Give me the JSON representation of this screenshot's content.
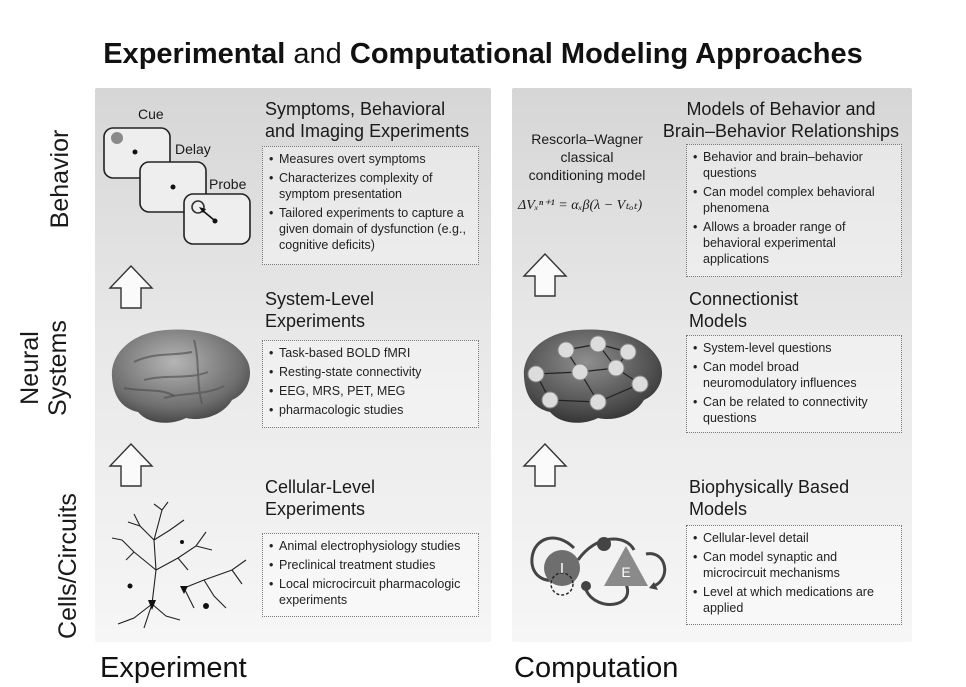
{
  "title": {
    "main": "Experimental",
    "and": "and",
    "rest": "Computational Modeling Approaches"
  },
  "row_labels": {
    "behavior": "Behavior",
    "neural_line1": "Neural",
    "neural_line2": "Systems",
    "cells": "Cells/Circuits"
  },
  "footer": {
    "experiment": "Experiment",
    "computation": "Computation"
  },
  "task_labels": {
    "cue": "Cue",
    "delay": "Delay",
    "probe": "Probe"
  },
  "experiment": {
    "behavior": {
      "heading_line1": "Symptoms, Behavioral",
      "heading_line2": "and Imaging Experiments",
      "bullets": [
        "Measures overt symptoms",
        "Characterizes complexity of symptom presentation",
        "Tailored experiments to capture a given domain of dysfunction (e.g., cognitive deficits)"
      ]
    },
    "systems": {
      "heading_line1": "System-Level",
      "heading_line2": "Experiments",
      "bullets": [
        "Task-based BOLD fMRI",
        "Resting-state connectivity",
        "EEG, MRS, PET, MEG",
        "pharmacologic studies"
      ]
    },
    "cells": {
      "heading_line1": "Cellular-Level",
      "heading_line2": "Experiments",
      "bullets": [
        "Animal electrophysiology studies",
        "Preclinical treatment studies",
        "Local microcircuit pharmacologic experiments"
      ]
    }
  },
  "computation": {
    "rw_line1": "Rescorla–Wagner",
    "rw_line2": "classical",
    "rw_line3": "conditioning model",
    "equation": "ΔVₓⁿ⁺¹ = αₓβ(λ − Vₜₒₜ)",
    "behavior": {
      "heading_line1": "Models of Behavior and",
      "heading_line2": "Brain–Behavior Relationships",
      "bullets": [
        "Behavior and brain–behavior questions",
        "Can model complex behavioral phenomena",
        "Allows a broader range of behavioral experimental applications"
      ]
    },
    "systems": {
      "heading_line1": "Connectionist",
      "heading_line2": "Models",
      "bullets": [
        "System-level questions",
        "Can model broad neuromodulatory influences",
        "Can be related to connectivity questions"
      ]
    },
    "cells": {
      "heading_line1": "Biophysically Based",
      "heading_line2": "Models",
      "bullets": [
        "Cellular-level detail",
        "Can model synaptic and microcircuit mechanisms",
        "Level at which medications are applied"
      ]
    },
    "node_i": "I",
    "node_e": "E"
  },
  "colors": {
    "panel": "#e4e4e4",
    "node": "#d9d9d9",
    "triangle": "#8a8a8a"
  }
}
